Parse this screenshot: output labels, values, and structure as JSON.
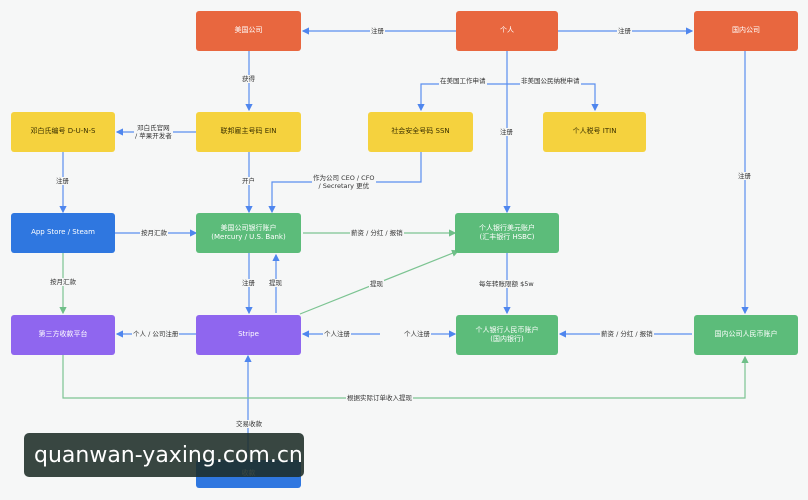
{
  "nodes": {
    "us_company": "美国公司",
    "individual": "个人",
    "domestic_company": "国内公司",
    "duns": "邓白氏编号 D-U-N-S",
    "ein": "联邦雇主号码 EIN",
    "ssn": "社会安全号码 SSN",
    "itin": "个人税号 ITIN",
    "app_store": "App Store / Steam",
    "us_bank_line1": "美国公司银行账户",
    "us_bank_line2": "(Mercury / U.S. Bank)",
    "personal_usd_line1": "个人银行美元账户",
    "personal_usd_line2": "(汇丰银行 HSBC)",
    "payment_platform": "第三方收款平台",
    "stripe": "Stripe",
    "personal_rmb_line1": "个人银行人民币账户",
    "personal_rmb_line2": "(国内银行)",
    "domestic_account": "国内公司人民币账户",
    "bottom_node": "收款"
  },
  "edge_labels": {
    "register_1": "注册",
    "register_2": "注册",
    "obtain": "获得",
    "work_apply": "在美国工作申请",
    "nonresident_apply": "非美国公民纳税申请",
    "duns_apply_1": "邓白氏官网",
    "duns_apply_2": "/ 苹果开发者",
    "register_duns": "注册",
    "register_personal": "注册",
    "register_domestic": "注册",
    "open_account": "开户",
    "ceo_1": "作为公司 CEO / CFO",
    "ceo_2": "/ Secretary 更优",
    "monthly_remit": "按月汇款",
    "salary_1": "薪资 / 分红 / 报销",
    "monthly_remit_2": "按月汇款",
    "register_stripe": "注册",
    "withdraw": "提现",
    "withdraw_2": "提现",
    "annual_limit": "每年转账限额 $5w",
    "personal_company_register": "个人 / 公司注册",
    "personal_register": "个人注册",
    "personal_register_2": "个人注册",
    "salary_2": "薪资 / 分红 / 报销",
    "order_withdraw": "根据实际订单收入提现",
    "transaction": "交易收款"
  },
  "watermark": "quanwan-yaxing.com.cn",
  "colors": {
    "orange": "#e8673f",
    "yellow": "#f5d23e",
    "green": "#5cbc7a",
    "blue": "#2f77e0",
    "purple": "#8f66ef",
    "arrow": "#5b8ff0",
    "arrow_green": "#7cc492"
  }
}
